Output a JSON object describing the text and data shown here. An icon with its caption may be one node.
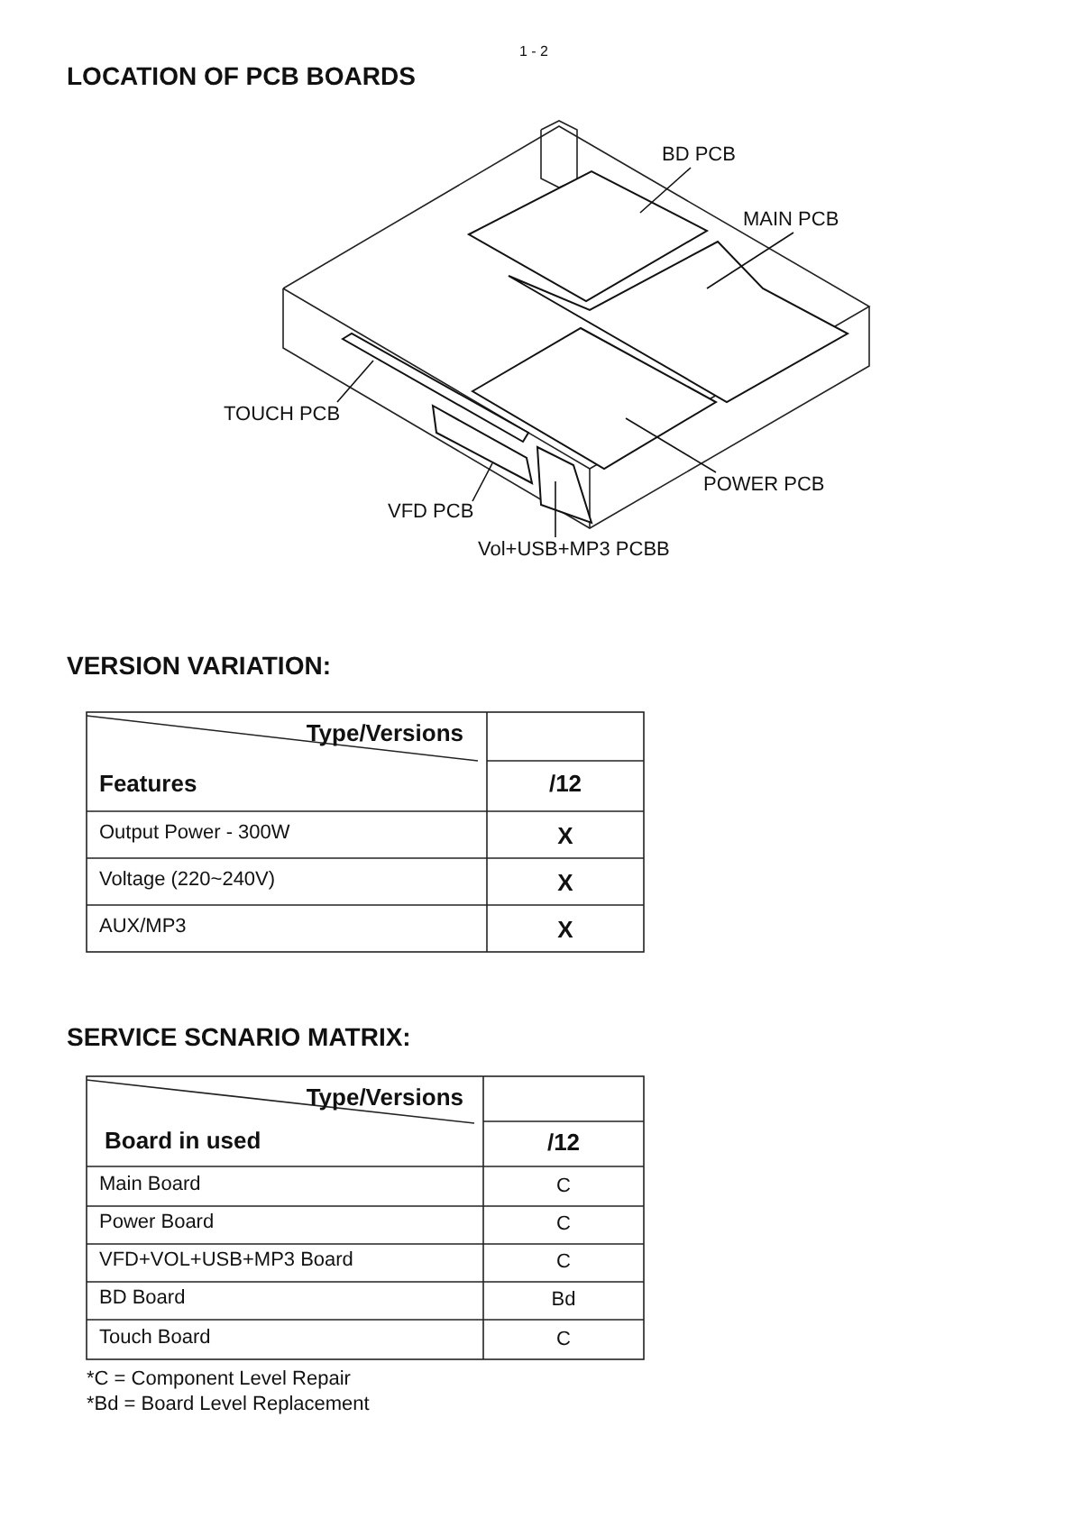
{
  "diagram": {
    "nodes": [
      {
        "text": [
          "BD PCB"
        ]
      },
      {
        "text": [
          "MAIN PCB"
        ]
      },
      {
        "text": [
          "TOUCH PCB"
        ]
      },
      {
        "text": [
          "POWER PCB"
        ]
      },
      {
        "text": [
          "VFD PCB"
        ]
      },
      {
        "text": [
          "Vol+USB+MP3 PCBB"
        ]
      },
      {
        "text": [],
        "shape": "parallelogram"
      },
      {
        "text": [],
        "shape": "parallelogram"
      },
      {
        "text": [],
        "shape": "parallelogram"
      },
      {
        "text": [],
        "shape": "parallelogram"
      },
      {
        "text": [],
        "shape": "parallelogram"
      },
      {
        "text": [],
        "shape": "parallelogram"
      }
    ],
    "edges": [
      {
        "from": 0,
        "to": 6,
        "arrow": "none"
      },
      {
        "from": 1,
        "to": 7,
        "arrow": "none"
      },
      {
        "from": 2,
        "to": 8,
        "arrow": "none"
      },
      {
        "from": 3,
        "to": 9,
        "arrow": "none"
      },
      {
        "from": 4,
        "to": 10,
        "arrow": "none"
      },
      {
        "from": 5,
        "to": 11,
        "arrow": "none"
      }
    ],
    "labels": [
      "1 - 2",
      "LOCATION OF PCB BOARDS",
      "VERSION VARIATION:",
      "Type/Versions",
      "Features",
      "/12",
      "Output Power - 300W",
      "X",
      "Voltage (220~240V)",
      "X",
      "AUX/MP3",
      "X",
      "SERVICE SCNARIO MATRIX:",
      "Type/Versions",
      "Board in used",
      "/12",
      "Main Board",
      "C",
      "Power Board",
      "C",
      "VFD+VOL+USB+MP3 Board",
      "C",
      "BD Board",
      "Bd",
      "Touch Board",
      "C",
      "*C = Component Level Repair",
      "*Bd = Board Level Replacement"
    ]
  }
}
